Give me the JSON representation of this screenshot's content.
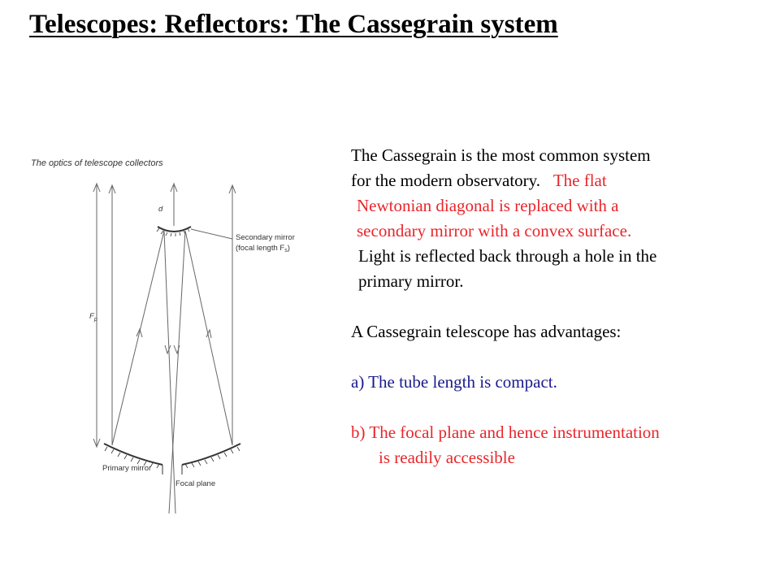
{
  "title": "Telescopes:  Reflectors:  The Cassegrain system",
  "figure": {
    "caption": "The optics of telescope collectors",
    "labels": {
      "d": "d",
      "secondary_1": "Secondary mirror",
      "secondary_2": "(focal length F",
      "secondary_sub": "s",
      "secondary_end": ")",
      "fp": "F",
      "fp_sub": "p",
      "primary": "Primary mirror",
      "focal_plane": "Focal plane"
    }
  },
  "text": {
    "line1": "The Cassegrain is the most common system",
    "line2_black": "for the modern observatory.",
    "line2_red": "The flat",
    "line3": "Newtonian diagonal is replaced with a",
    "line4": "secondary mirror with a convex surface.",
    "line5": "Light is reflected back through a hole in the",
    "line6": "primary mirror.",
    "advantages": "A Cassegrain telescope has advantages:",
    "adv_a": "a) The tube length is compact.",
    "adv_b1": "b) The focal plane and hence instrumentation",
    "adv_b2": "is readily accessible"
  },
  "colors": {
    "red": "#e8262b",
    "blue": "#1a1a8c",
    "text": "#000000"
  }
}
